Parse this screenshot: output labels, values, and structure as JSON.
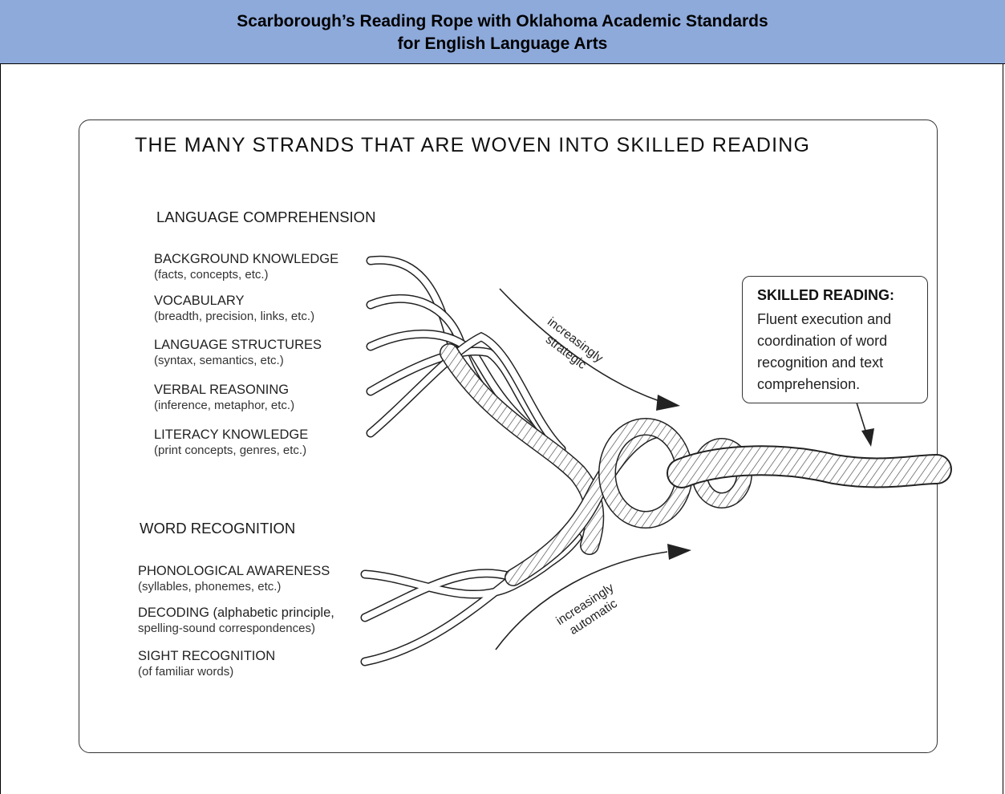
{
  "header": {
    "line1": "Scarborough’s Reading Rope with Oklahoma Academic Standards",
    "line2": "for English Language Arts"
  },
  "diagram": {
    "title": "THE MANY STRANDS THAT ARE WOVEN INTO SKILLED READING",
    "language_comprehension": {
      "heading": "LANGUAGE COMPREHENSION",
      "strands": [
        {
          "label": "BACKGROUND KNOWLEDGE",
          "detail": "(facts, concepts, etc.)"
        },
        {
          "label": "VOCABULARY",
          "detail": "(breadth, precision, links, etc.)"
        },
        {
          "label": "LANGUAGE STRUCTURES",
          "detail": "(syntax, semantics, etc.)"
        },
        {
          "label": "VERBAL REASONING",
          "detail": "(inference, metaphor, etc.)"
        },
        {
          "label": "LITERACY KNOWLEDGE",
          "detail": "(print concepts, genres, etc.)"
        }
      ]
    },
    "word_recognition": {
      "heading": "WORD RECOGNITION",
      "strands": [
        {
          "label": "PHONOLOGICAL AWARENESS",
          "detail": "(syllables, phonemes, etc.)"
        },
        {
          "label": "DECODING (alphabetic principle,",
          "detail": "spelling-sound correspondences)"
        },
        {
          "label": "SIGHT RECOGNITION",
          "detail": "(of familiar words)"
        }
      ]
    },
    "arrows": {
      "strategic": {
        "line1": "increasingly",
        "line2": "strategic"
      },
      "automatic": {
        "line1": "increasingly",
        "line2": "automatic"
      }
    },
    "skilled_reading": {
      "title": "SKILLED READING:",
      "body": "Fluent execution and coordination of word recognition and text comprehension."
    },
    "colors": {
      "header_bg": "#8eaadb",
      "line": "#222222",
      "background": "#ffffff"
    }
  }
}
